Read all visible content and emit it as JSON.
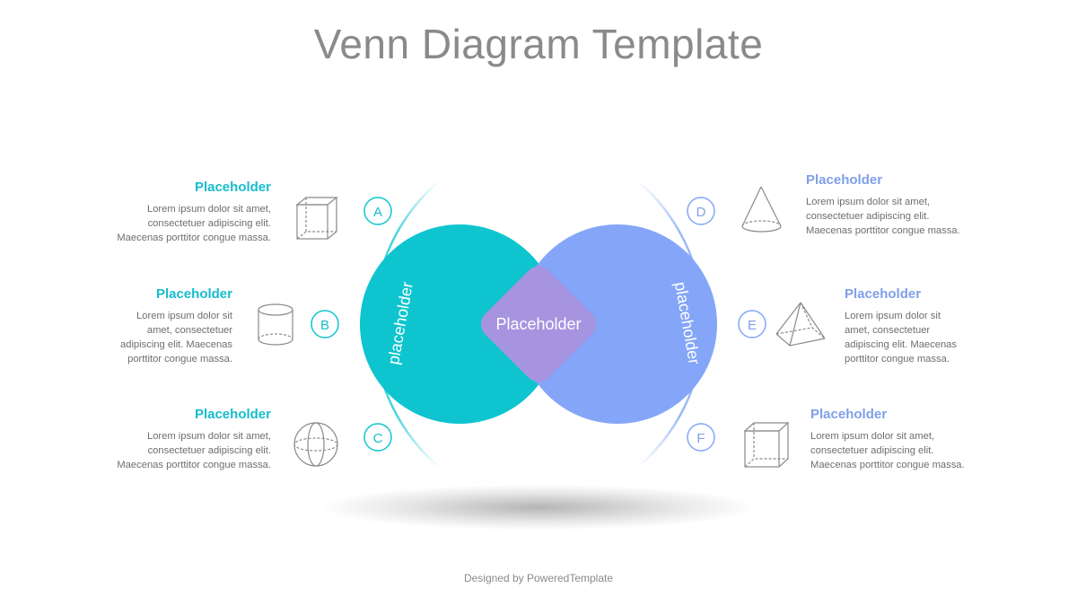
{
  "title": "Venn Diagram Template",
  "footer": "Designed by PoweredTemplate",
  "colors": {
    "teal": "#0ec5cf",
    "blue": "#85a6f8",
    "overlap": "#a694e0",
    "teal_text": "#17bccc",
    "blue_text": "#7f9fe8"
  },
  "venn": {
    "left_circle_label": "placeholder",
    "right_circle_label": "placeholder",
    "center_label": "Placeholder"
  },
  "items": [
    {
      "letter": "A",
      "icon": "cube-icon",
      "heading": "Placeholder",
      "lines": [
        "Lorem ipsum dolor sit amet,",
        "consectetuer adipiscing elit.",
        "Maecenas porttitor congue massa."
      ]
    },
    {
      "letter": "B",
      "icon": "cylinder-icon",
      "heading": "Placeholder",
      "lines": [
        "Lorem ipsum dolor sit",
        "amet, consectetuer",
        "adipiscing elit. Maecenas",
        "porttitor congue massa."
      ]
    },
    {
      "letter": "C",
      "icon": "sphere-icon",
      "heading": "Placeholder",
      "lines": [
        "Lorem ipsum dolor sit amet,",
        "consectetuer adipiscing elit.",
        "Maecenas porttitor congue massa."
      ]
    },
    {
      "letter": "D",
      "icon": "cone-icon",
      "heading": "Placeholder",
      "lines": [
        "Lorem ipsum dolor sit amet,",
        "consectetuer adipiscing elit.",
        "Maecenas porttitor congue massa."
      ]
    },
    {
      "letter": "E",
      "icon": "pyramid-icon",
      "heading": "Placeholder",
      "lines": [
        "Lorem ipsum dolor sit",
        "amet, consectetuer",
        "adipiscing elit. Maecenas",
        "porttitor congue massa."
      ]
    },
    {
      "letter": "F",
      "icon": "box-icon",
      "heading": "Placeholder",
      "lines": [
        "Lorem ipsum dolor sit amet,",
        "consectetuer adipiscing elit.",
        "Maecenas porttitor congue massa."
      ]
    }
  ]
}
